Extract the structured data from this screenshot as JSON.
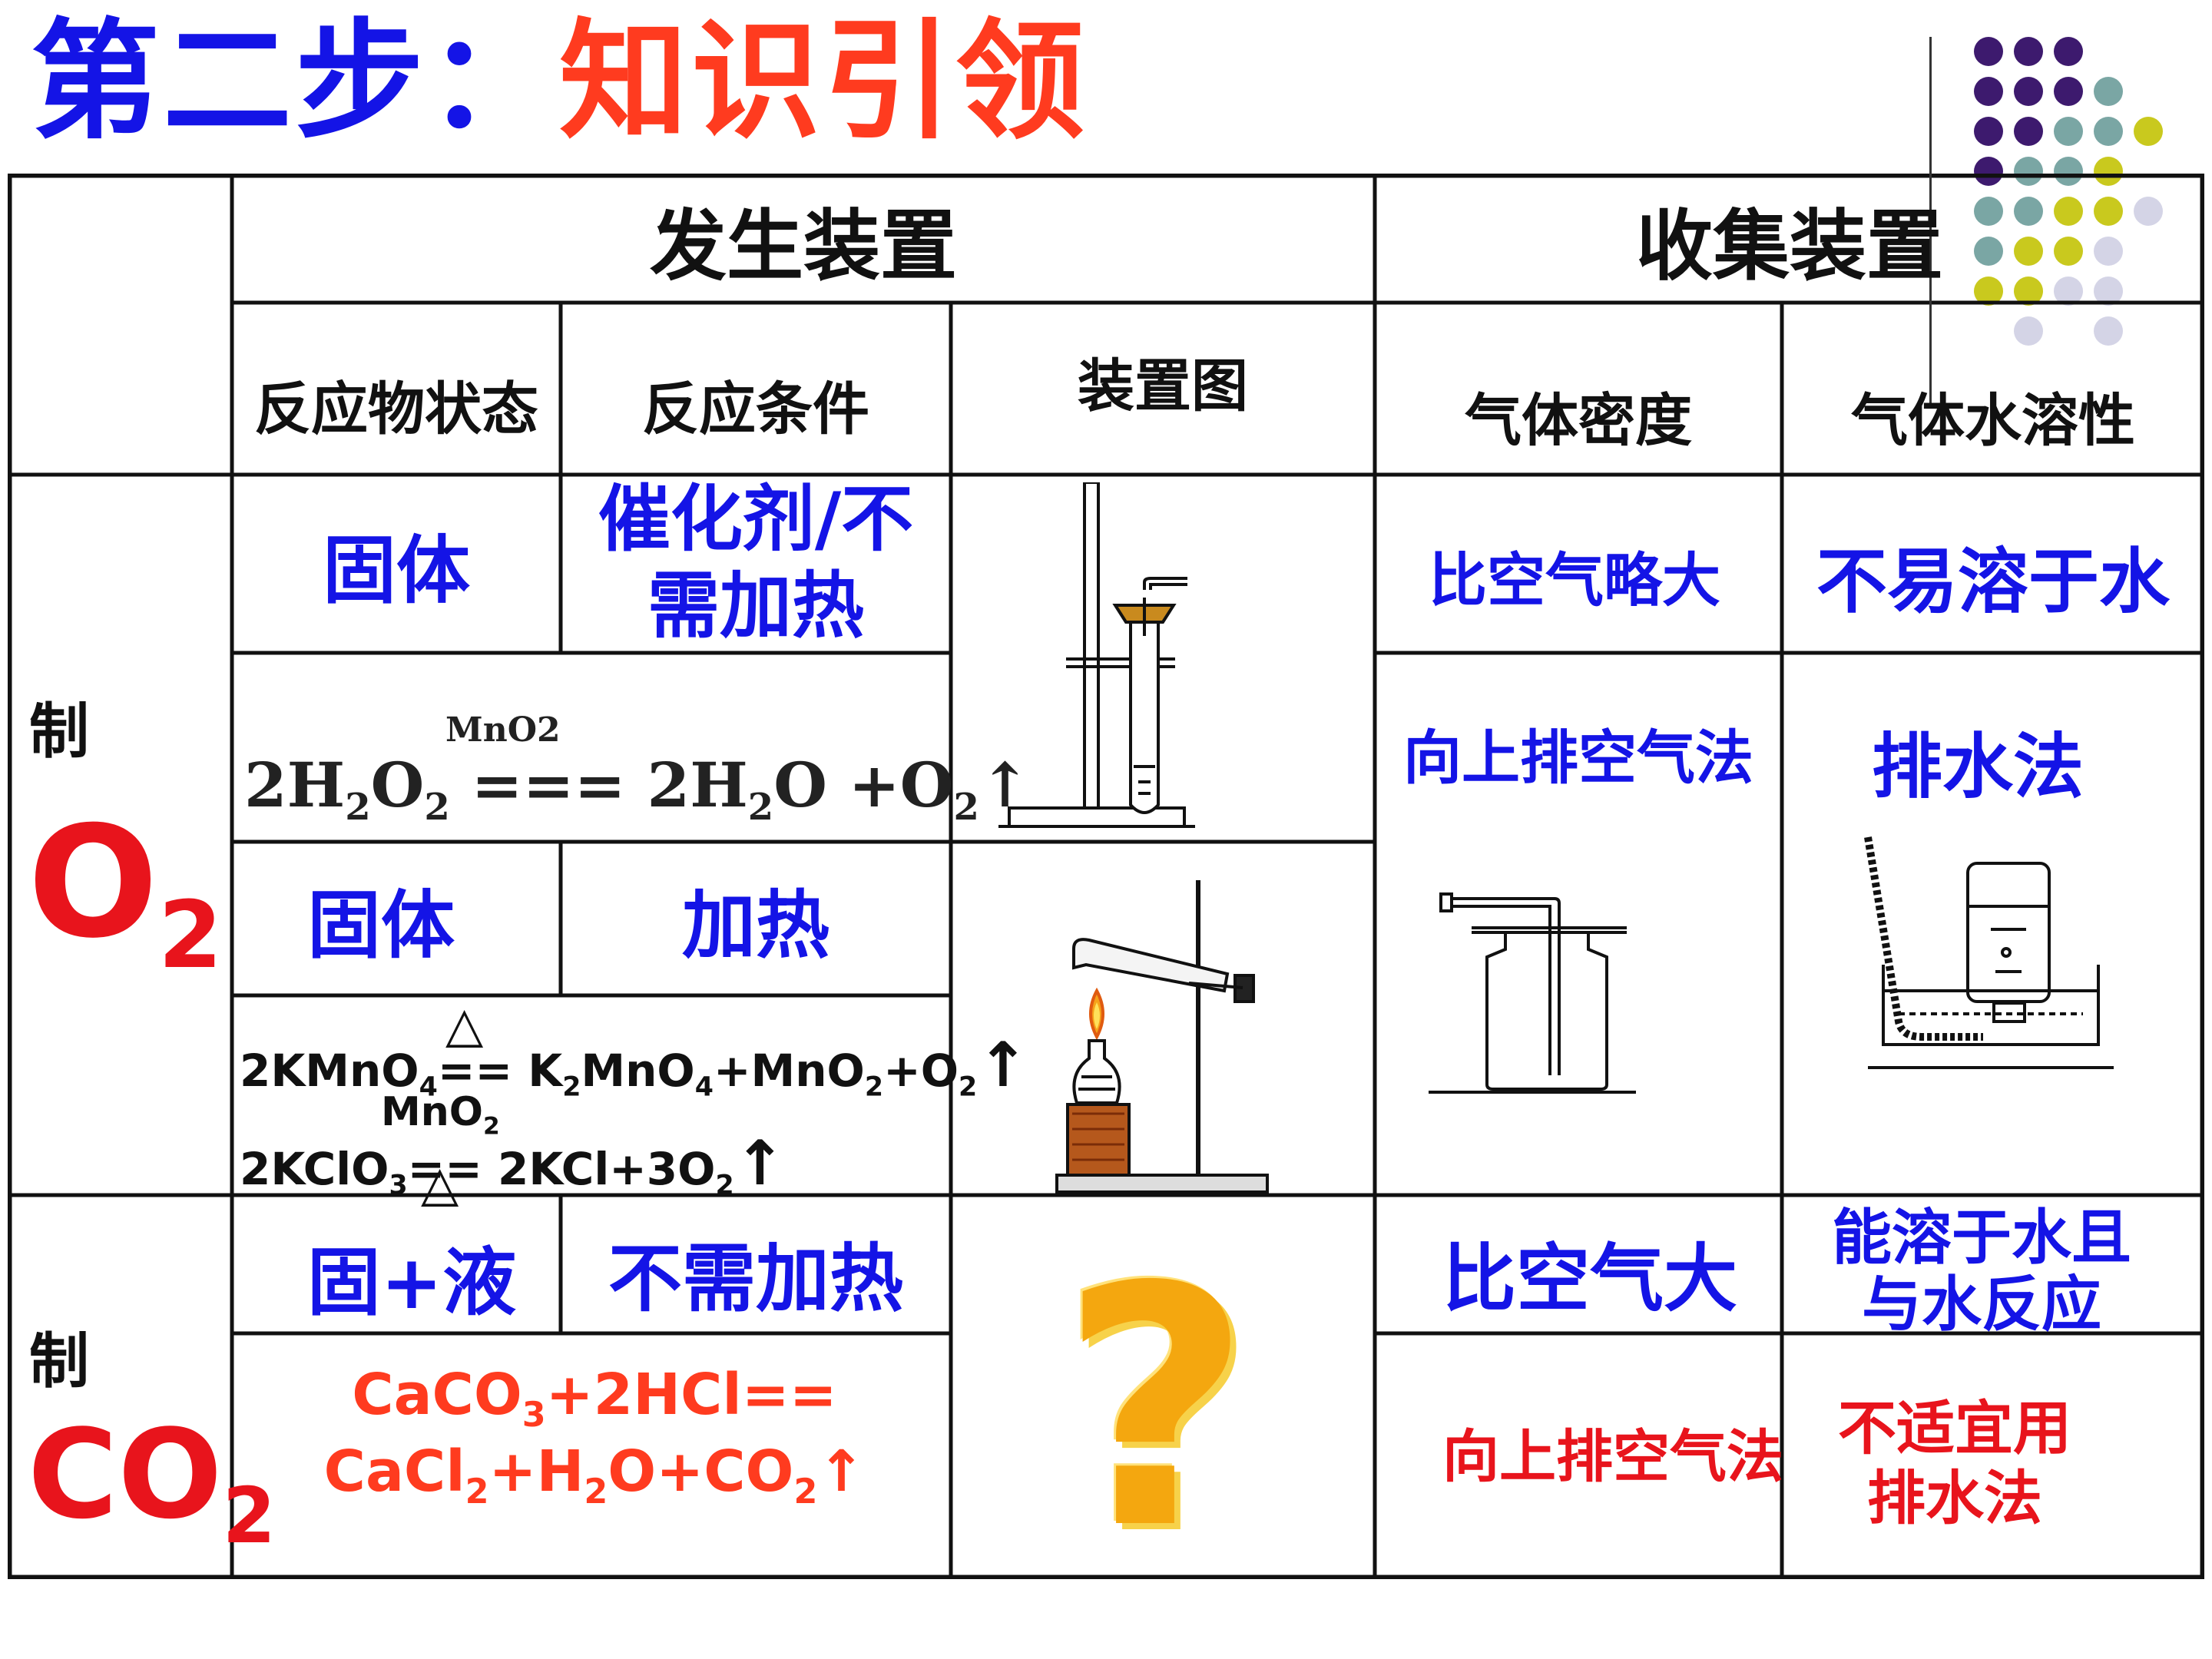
{
  "title": {
    "part1": "第二步：",
    "part2": "知识引领"
  },
  "header": {
    "generation": "发生装置",
    "collection": "收集装置"
  },
  "subheader": {
    "state": "反应物状态",
    "condition": "反应条件",
    "diagram": "装置图",
    "density": "气体密度",
    "solubility": "气体水溶性"
  },
  "o2": {
    "label_prefix": "制",
    "label_main": "O",
    "label_sub": "2",
    "row1": {
      "state": "固体",
      "condition_line1": "催化剂/不",
      "condition_line2": "需加热"
    },
    "catalyst_label": "MnO2",
    "eq_h2o2": {
      "a": "2H",
      "a1": "2",
      "b": "O",
      "b1": "2",
      "c": " === 2H",
      "c1": "2",
      "d": "O +O",
      "d1": "2",
      "arrow": "↑"
    },
    "row2": {
      "state": "固体",
      "condition": "加热"
    },
    "eq_kmno4": {
      "a": "2KMnO",
      "a1": "4",
      "b": "== K",
      "b1": "2",
      "c": "MnO",
      "c1": "4",
      "d": "+MnO",
      "d1": "2",
      "e": "+O",
      "e1": "2",
      "arrow": "↑",
      "heat": "△"
    },
    "eq_kclo3": {
      "cat": "MnO",
      "cat1": "2",
      "a": "2KClO",
      "a1": "3",
      "b": "== 2KCl+3O",
      "b1": "2",
      "arrow": "↑",
      "heat": "△"
    },
    "density": "比空气略大",
    "solubility": "不易溶于水",
    "collect_air": "向上排空气法",
    "collect_water": "排水法"
  },
  "co2": {
    "label_prefix": "制",
    "label_main": "CO",
    "label_sub": "2",
    "state": "固+液",
    "condition": "不需加热",
    "eq": {
      "a": "CaCO",
      "a1": "3",
      "b": "+2HCl==",
      "c": "CaCl",
      "c1": "2",
      "d": "+H",
      "d1": "2",
      "e": "O+CO",
      "e1": "2",
      "arrow": "↑"
    },
    "diagram_mark": "?",
    "density": "比空气大",
    "solubility_line1": "能溶于水且",
    "solubility_line2": "与水反应",
    "collect_air": "向上排空气法",
    "collect_water_line1": "不适宜用",
    "collect_water_line2": "排水法"
  },
  "colors": {
    "title_blue": "#1414e6",
    "title_red": "#ff3b1f",
    "answer_blue": "#1414e6",
    "label_red": "#e8141c",
    "dot_purple": "#3d1a6e",
    "dot_teal": "#7aa6a4",
    "dot_yellow": "#c9c91e",
    "dot_lavender": "#d4d4e6"
  },
  "icons": [
    "test-tube-apparatus-icon",
    "heating-tube-apparatus-icon",
    "upward-air-collection-icon",
    "water-displacement-icon",
    "question-mark-icon"
  ]
}
